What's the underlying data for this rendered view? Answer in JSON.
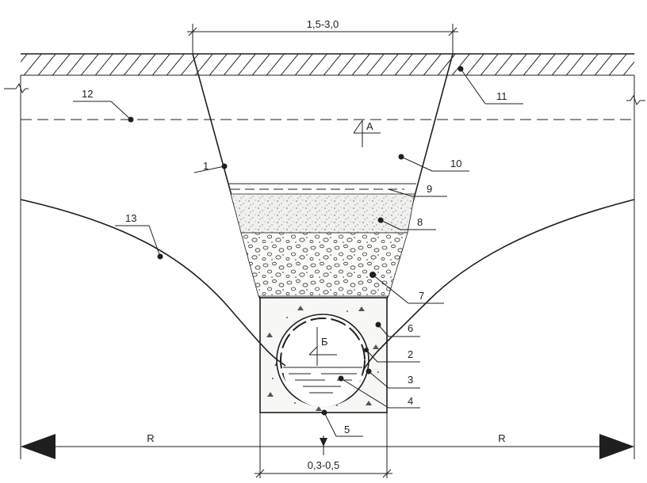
{
  "dimensions": {
    "trench_top_width": "1,5-3,0",
    "trench_bottom_width": "0,3-0,5",
    "radius_left": "R",
    "radius_right": "R"
  },
  "section_marks": {
    "a": "А",
    "b": "Б"
  },
  "callouts": [
    {
      "number": "1"
    },
    {
      "number": "2"
    },
    {
      "number": "3"
    },
    {
      "number": "4"
    },
    {
      "number": "5"
    },
    {
      "number": "6"
    },
    {
      "number": "7"
    },
    {
      "number": "8"
    },
    {
      "number": "9"
    },
    {
      "number": "10"
    },
    {
      "number": "11"
    },
    {
      "number": "12"
    },
    {
      "number": "13"
    }
  ],
  "colors": {
    "line": "#1f1f1f",
    "background": "#ffffff",
    "sand_fill": "#f0f0ee",
    "gravel_fill": "#fbfbfa"
  }
}
